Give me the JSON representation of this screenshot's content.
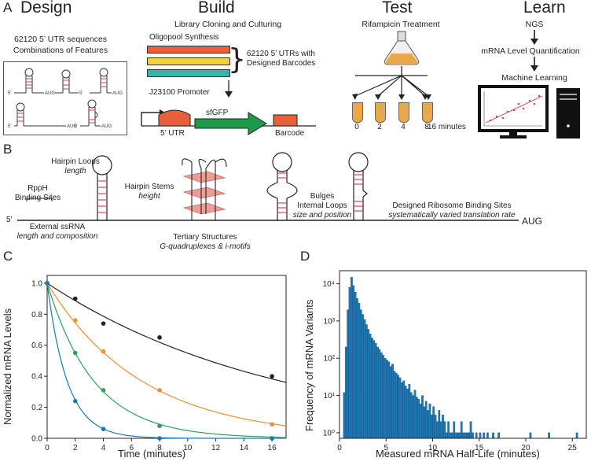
{
  "figure": {
    "panel_letters": [
      "A",
      "B",
      "C",
      "D"
    ],
    "panel_a": {
      "design": {
        "title": "Design",
        "line1": "62120 5’ UTR sequences",
        "line2": "Combinations of Features",
        "glyph_labels": [
          "5'",
          "AUG"
        ]
      },
      "build": {
        "title": "Build",
        "subtitle": "Library Cloning and Culturing",
        "oligo": "Oligopool Synthesis",
        "utrs_line1": "62120 5’ UTRs with",
        "utrs_line2": "Designed Barcodes",
        "promoter": "J23100 Promoter",
        "gene": "sfGFP",
        "utr": "5’ UTR",
        "barcode": "Barcode",
        "colors": {
          "oligo1": "#e8603a",
          "oligo2": "#f2d23a",
          "oligo3": "#3bb3a8",
          "utr": "#e8603a",
          "gfp": "#1f9a4a",
          "barcode": "#e8603a"
        }
      },
      "test": {
        "title": "Test",
        "subtitle": "Rifampicin Treatment",
        "timepoints": [
          "0",
          "2",
          "4",
          "8",
          "16"
        ],
        "unit": "minutes"
      },
      "learn": {
        "title": "Learn",
        "steps": [
          "NGS",
          "mRNA Level Quantification",
          "Machine Learning"
        ]
      }
    },
    "panel_b": {
      "five_prime": "5’",
      "aug": "AUG",
      "features": [
        {
          "name": "RppH",
          "name2": "Binding Sites"
        },
        {
          "name": "External ssRNA",
          "detail": "length and composition"
        },
        {
          "name": "Hairpin Loops",
          "detail": "length"
        },
        {
          "name": "Hairpin Stems",
          "detail": "height"
        },
        {
          "name": "Tertiary Structures",
          "detail": "G-quadruplexes & i-motifs"
        },
        {
          "name": "Bulges",
          "name2": "Internal Loops",
          "detail": "size and position"
        },
        {
          "name": "Designed Ribosome Binding Sites",
          "detail": "systematically varied translation rate"
        }
      ]
    }
  },
  "chart_data": [
    {
      "type": "scatter",
      "panel": "C",
      "xlabel": "Time (minutes)",
      "ylabel": "Normalized mRNA Levels",
      "xlim": [
        0,
        17
      ],
      "ylim": [
        0,
        1.05
      ],
      "xticks": [
        "0",
        "2",
        "4",
        "6",
        "8",
        "10",
        "12",
        "14",
        "16"
      ],
      "yticks": [
        "0.0",
        "0.2",
        "0.4",
        "0.6",
        "0.8",
        "1.0"
      ],
      "series": [
        {
          "color": "#222222",
          "x": [
            0,
            2,
            4,
            8,
            16
          ],
          "y": [
            1.0,
            0.9,
            0.74,
            0.65,
            0.4
          ],
          "fit_rate": 0.06
        },
        {
          "color": "#f28e2b",
          "x": [
            0,
            2,
            4,
            8,
            16
          ],
          "y": [
            1.0,
            0.76,
            0.56,
            0.31,
            0.09
          ],
          "fit_rate": 0.148
        },
        {
          "color": "#2ca05a",
          "x": [
            0,
            2,
            4,
            8,
            16
          ],
          "y": [
            1.0,
            0.55,
            0.31,
            0.08,
            0.0
          ],
          "fit_rate": 0.3
        },
        {
          "color": "#1f77b4",
          "x": [
            0,
            2,
            4,
            8,
            16
          ],
          "y": [
            1.0,
            0.24,
            0.06,
            0.0,
            0.0
          ],
          "fit_rate": 0.7
        }
      ]
    },
    {
      "type": "bar",
      "panel": "D",
      "xlabel": "Measured mRNA Half-Life (minutes)",
      "ylabel": "Frequency of mRNA Variants",
      "yscale": "log",
      "xlim": [
        0,
        26.5
      ],
      "ylim_exp": [
        -0.15,
        4.35
      ],
      "xticks": [
        "0",
        "5",
        "10",
        "15",
        "20",
        "25"
      ],
      "yticks": [
        "10⁰",
        "10¹",
        "10²",
        "10³",
        "10⁴"
      ],
      "color": "#1f77b4",
      "bin_width": 0.2,
      "bins_start": [
        0.4,
        0.6,
        0.8,
        1.0,
        1.2,
        1.4,
        1.6,
        1.8,
        2.0,
        2.2,
        2.4,
        2.6,
        2.8,
        3.0,
        3.2,
        3.4,
        3.6,
        3.8,
        4.0,
        4.2,
        4.4,
        4.6,
        4.8,
        5.0,
        5.2,
        5.4,
        5.6,
        5.8,
        6.0,
        6.2,
        6.4,
        6.6,
        6.8,
        7.0,
        7.2,
        7.4,
        7.6,
        7.8,
        8.0,
        8.2,
        8.4,
        8.6,
        8.8,
        9.0,
        9.2,
        9.4,
        9.6,
        9.8,
        10.0,
        10.2,
        10.4,
        10.6,
        10.8,
        11.0,
        11.2,
        11.4,
        11.6,
        11.8,
        12.0,
        12.2,
        12.4,
        12.6,
        12.8,
        13.0,
        13.2,
        13.4,
        13.6,
        13.8,
        14.0,
        14.2,
        14.6,
        15.0,
        15.4,
        15.8,
        16.4,
        17.0,
        20.4,
        22.4,
        25.4
      ],
      "counts": [
        12,
        200,
        2000,
        8000,
        15000,
        9000,
        6000,
        4000,
        3000,
        2000,
        1500,
        1100,
        800,
        600,
        450,
        350,
        300,
        250,
        200,
        170,
        140,
        120,
        100,
        90,
        80,
        60,
        70,
        45,
        40,
        35,
        30,
        22,
        25,
        18,
        15,
        20,
        12,
        10,
        14,
        9,
        8,
        6,
        10,
        5,
        7,
        4,
        6,
        3,
        5,
        3,
        2,
        4,
        2,
        3,
        2,
        1,
        2,
        1,
        1,
        2,
        1,
        1,
        1,
        2,
        1,
        1,
        1,
        1,
        2,
        1,
        1,
        1,
        1,
        1,
        1,
        1,
        1,
        1,
        1
      ]
    }
  ]
}
